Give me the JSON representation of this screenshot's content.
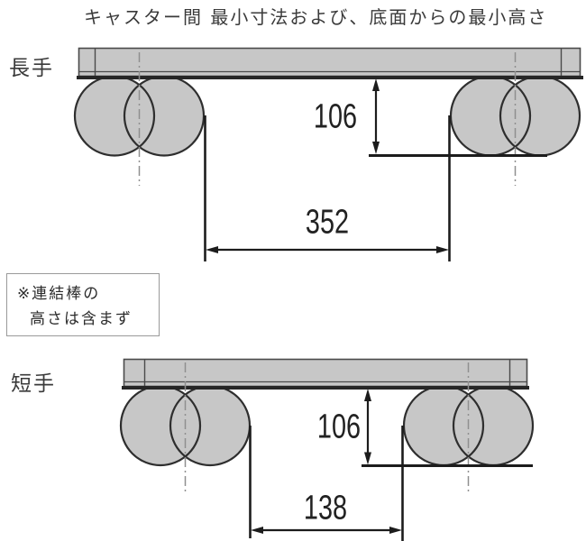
{
  "title": "キャスター間 最小寸法および、底面からの最小高さ",
  "views": {
    "long": {
      "label": "長手",
      "height_value": "106",
      "width_value": "352"
    },
    "short": {
      "label": "短手",
      "height_value": "106",
      "width_value": "138"
    }
  },
  "note": {
    "line1": "※連結棒の",
    "line2": "高さは含まず"
  },
  "colors": {
    "fill": "#c7c7c7",
    "stroke": "#2e2e2e",
    "bar-stroke": "#4a4a4a",
    "line": "#1c1c1c",
    "centerline": "#8f8f8f",
    "text": "#3a3a3a"
  }
}
